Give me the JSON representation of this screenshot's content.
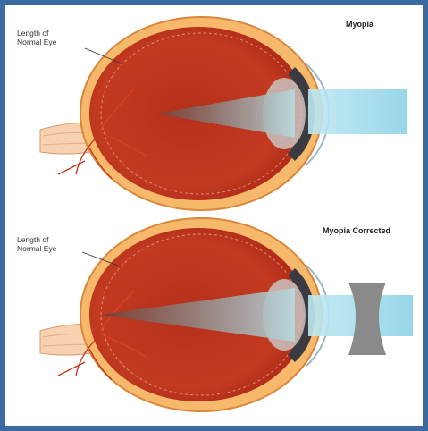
{
  "top_diagram": {
    "title": "Myopia",
    "label_line1": "Length of",
    "label_line2": "Normal Eye"
  },
  "bottom_diagram": {
    "title": "Myopia Corrected",
    "label_line1": "Length of",
    "label_line2": "Normal Eye"
  },
  "colors": {
    "frame": "#3a6aa0",
    "sclera": "#f6b86a",
    "eyeball": "#c0321e",
    "light_beam": "#8fd3e6",
    "lens": "#8a8a8a"
  }
}
